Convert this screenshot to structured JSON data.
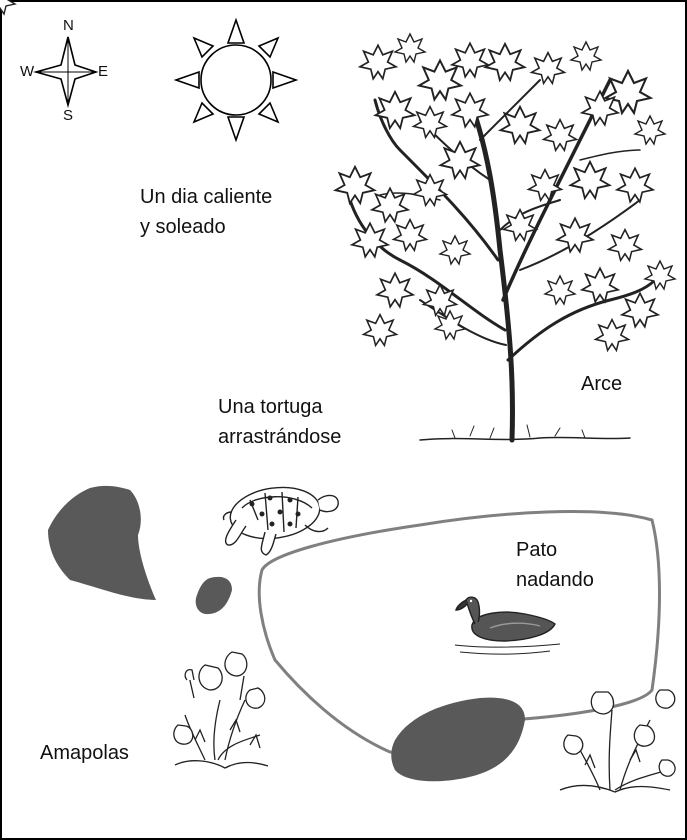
{
  "compass": {
    "north": "N",
    "south": "S",
    "west": "W",
    "east": "E"
  },
  "icons": {
    "compass": "compass-rose-icon",
    "sun": "sun-icon",
    "tree": "maple-tree-icon",
    "turtle": "turtle-icon",
    "duck": "duck-icon",
    "flowers": "poppy-flowers-icon",
    "rock": "rock-shape"
  },
  "labels": {
    "sun_line1": "Un dia caliente",
    "sun_line2": "y soleado",
    "tree": "Arce",
    "turtle_line1": "Una tortuga",
    "turtle_line2": "arrastrándose",
    "duck_line1": "Pato",
    "duck_line2": "nadando",
    "flowers": "Amapolas"
  },
  "colors": {
    "frame": "#000000",
    "rock": "#595959",
    "pond_outline": "#808080",
    "ink": "#222222"
  }
}
